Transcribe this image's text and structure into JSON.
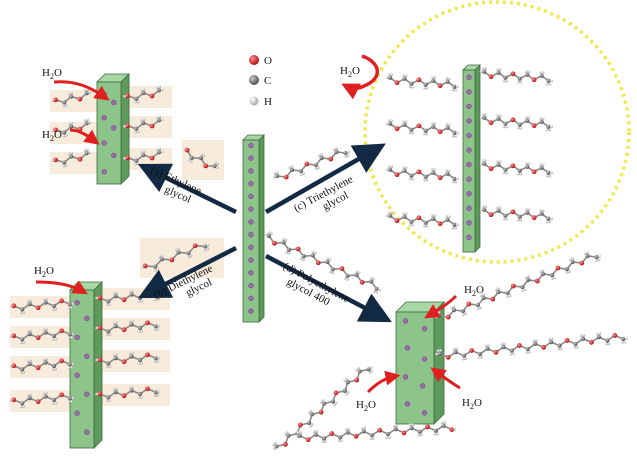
{
  "legend": {
    "oxygen": "O",
    "carbon": "C",
    "hydrogen": "H"
  },
  "water_label": "H2O",
  "branches": {
    "a": {
      "line1": "(a) Ethylene",
      "line2": "glycol"
    },
    "b": {
      "line1": "(b) Diethylene",
      "line2": "glycol"
    },
    "c": {
      "line1": "(c) Triethylene",
      "line2": "glycol"
    },
    "d": {
      "line1": "(d) Polyethylene",
      "line2": "glycol 400"
    }
  },
  "colors": {
    "column_fill": "#8cc48a",
    "column_side": "#5e9a5c",
    "dot": "#a06ab0",
    "arrow": "#132a44",
    "water_arrow": "#e02020",
    "oxygen": "#d01818",
    "carbon": "#7a7a7a",
    "hydrogen": "#dcdcdc",
    "highlight_dashes": "#f0e84a",
    "shadow": "#f6ead8"
  }
}
